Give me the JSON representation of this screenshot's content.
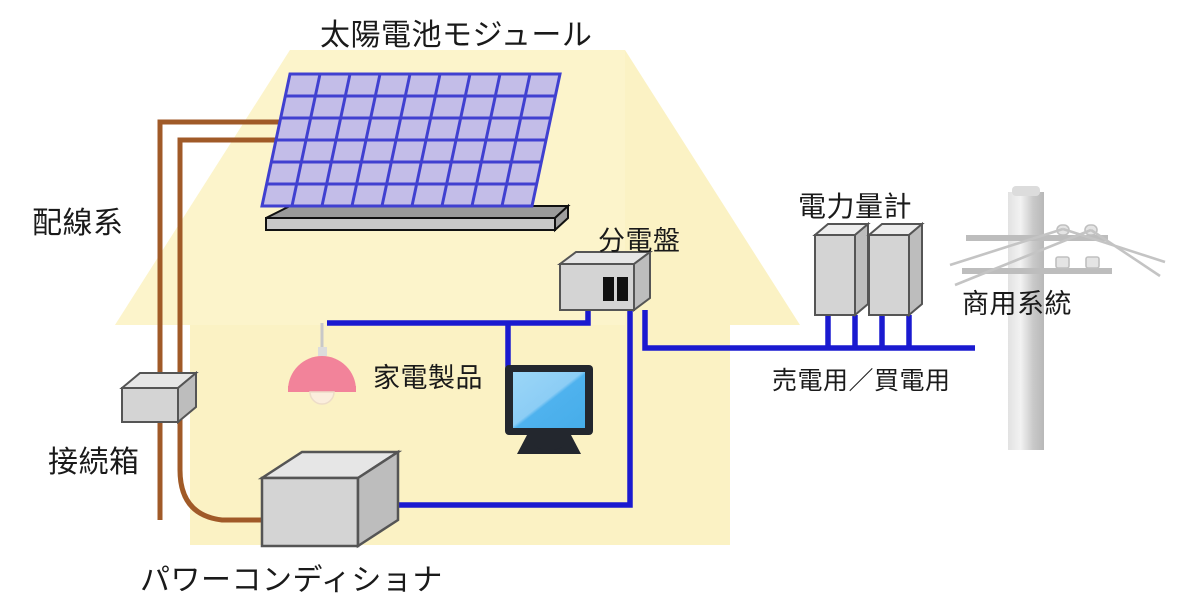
{
  "diagram": {
    "title_label": "太陽電池モジュール",
    "labels": {
      "solar_module": "太陽電池モジュール",
      "wiring_system": "配線系",
      "junction_box": "接続箱",
      "power_conditioner": "パワーコンディショナ",
      "distribution_board": "分電盤",
      "home_appliances": "家電製品",
      "watt_hour_meter": "電力量計",
      "sell_buy_use": "売電用／買電用",
      "commercial_grid": "商用系統"
    },
    "colors": {
      "house_fill": "#fbf3c8",
      "roof_fill": "#fdf6cf",
      "dc_wire_brown": "#a05a28",
      "ac_wire_blue": "#1a1ad0",
      "panel_cell": "#c3bde8",
      "panel_grid": "#4040d0",
      "box_face": "#d4d4d4",
      "box_top": "#e8e8e8",
      "box_side": "#bdbdbd",
      "box_stroke": "#555555",
      "lamp_pink": "#f2839a",
      "tv_screen": "#54b4ef",
      "tv_bezel": "#23272e",
      "pole_grey": "#cfcfcf",
      "text": "#1a1a1a"
    },
    "panel": {
      "rows": 6,
      "cols": 9
    },
    "meters": {
      "count": 2
    },
    "breaker_slots": 2
  }
}
